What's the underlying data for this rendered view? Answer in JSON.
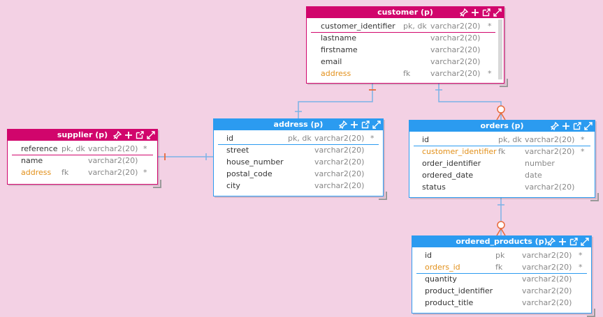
{
  "colors": {
    "background": "#f3d1e4",
    "pink_header": "#d1056c",
    "blue_header": "#2b9bf0",
    "connector": "#7bb3e6",
    "fk_orange": "#e8902a",
    "optional_marker": "#e86a3a"
  },
  "entities": {
    "customer": {
      "title": "customer (p)",
      "rows": [
        {
          "name": "customer_identifier",
          "key": "pk, dk",
          "type": "varchar2(20)",
          "req": "*"
        },
        {
          "name": "lastname",
          "key": "",
          "type": "varchar2(20)",
          "req": ""
        },
        {
          "name": "firstname",
          "key": "",
          "type": "varchar2(20)",
          "req": ""
        },
        {
          "name": "email",
          "key": "",
          "type": "varchar2(20)",
          "req": ""
        },
        {
          "name": "address",
          "key": "fk",
          "type": "varchar2(20)",
          "req": "*"
        }
      ]
    },
    "supplier": {
      "title": "supplier (p)",
      "rows": [
        {
          "name": "reference",
          "key": "pk, dk",
          "type": "varchar2(20)",
          "req": "*"
        },
        {
          "name": "name",
          "key": "",
          "type": "varchar2(20)",
          "req": ""
        },
        {
          "name": "address",
          "key": "fk",
          "type": "varchar2(20)",
          "req": "*"
        }
      ]
    },
    "address": {
      "title": "address (p)",
      "rows": [
        {
          "name": "id",
          "key": "pk, dk",
          "type": "varchar2(20)",
          "req": "*"
        },
        {
          "name": "street",
          "key": "",
          "type": "varchar2(20)",
          "req": ""
        },
        {
          "name": "house_number",
          "key": "",
          "type": "varchar2(20)",
          "req": ""
        },
        {
          "name": "postal_code",
          "key": "",
          "type": "varchar2(20)",
          "req": ""
        },
        {
          "name": "city",
          "key": "",
          "type": "varchar2(20)",
          "req": ""
        }
      ]
    },
    "orders": {
      "title": "orders (p)",
      "rows": [
        {
          "name": "id",
          "key": "pk, dk",
          "type": "varchar2(20)",
          "req": "*"
        },
        {
          "name": "customer_identifier",
          "key": "fk",
          "type": "varchar2(20)",
          "req": "*"
        },
        {
          "name": "order_identifier",
          "key": "",
          "type": "number",
          "req": ""
        },
        {
          "name": "ordered_date",
          "key": "",
          "type": "date",
          "req": ""
        },
        {
          "name": "status",
          "key": "",
          "type": "varchar2(20)",
          "req": ""
        }
      ]
    },
    "ordered_products": {
      "title": "ordered_products (p)",
      "rows": [
        {
          "name": "id",
          "key": "pk",
          "type": "varchar2(20)",
          "req": "*"
        },
        {
          "name": "orders_id",
          "key": "fk",
          "type": "varchar2(20)",
          "req": "*"
        },
        {
          "name": "quantity",
          "key": "",
          "type": "varchar2(20)",
          "req": ""
        },
        {
          "name": "product_identifier",
          "key": "",
          "type": "varchar2(20)",
          "req": ""
        },
        {
          "name": "product_title",
          "key": "",
          "type": "varchar2(20)",
          "req": ""
        }
      ]
    }
  },
  "header_icons": [
    "pin-icon",
    "plus-icon",
    "open-external-icon",
    "expand-icon"
  ]
}
